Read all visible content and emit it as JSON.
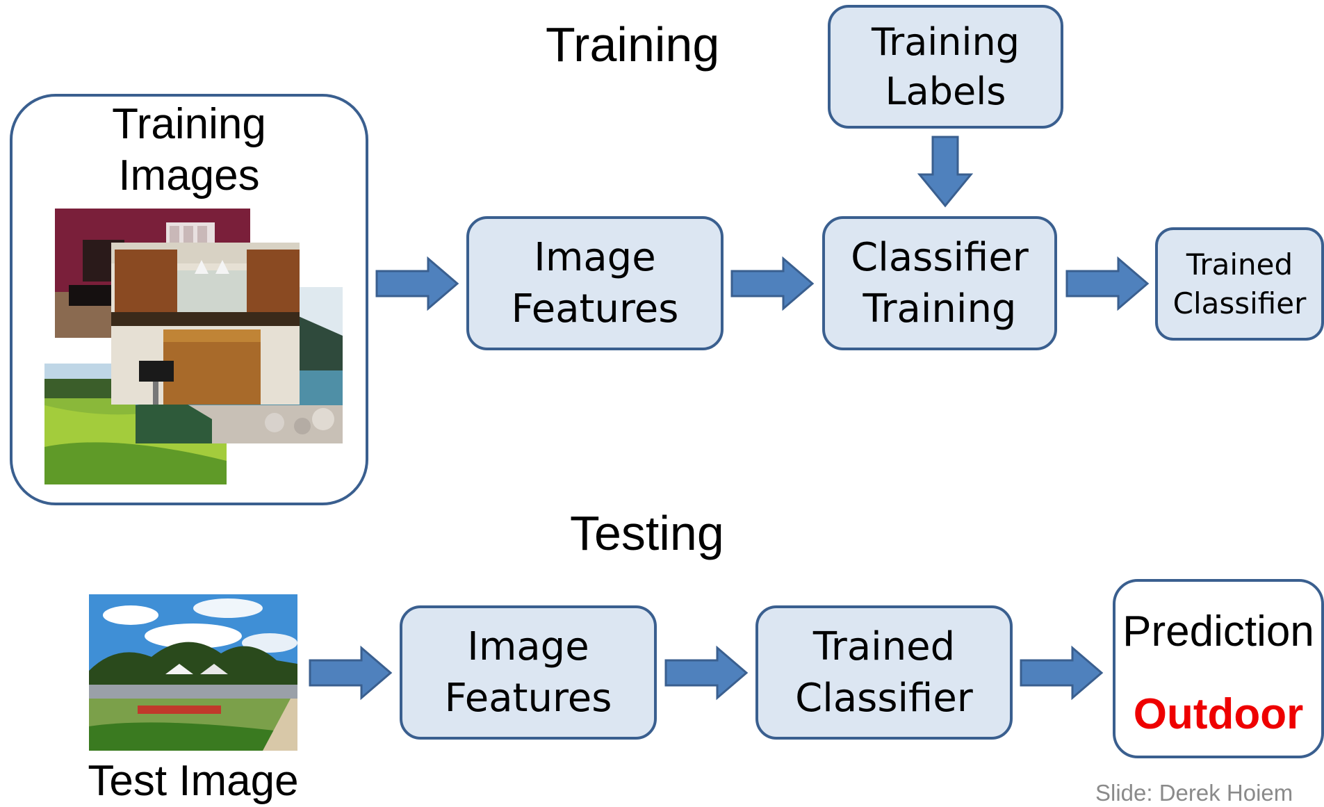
{
  "training": {
    "title": "Training",
    "images_group": {
      "line1": "Training",
      "line2": "Images"
    },
    "labels_box": {
      "line1": "Training",
      "line2": "Labels"
    },
    "features_box": {
      "line1": "Image",
      "line2": "Features"
    },
    "classifier_box": {
      "line1": "Classifier",
      "line2": "Training"
    },
    "output_box": {
      "line1": "Trained",
      "line2": "Classifier"
    }
  },
  "testing": {
    "title": "Testing",
    "test_image_caption": "Test Image",
    "features_box": {
      "line1": "Image",
      "line2": "Features"
    },
    "classifier_box": {
      "line1": "Trained",
      "line2": "Classifier"
    },
    "prediction_box": {
      "label": "Prediction",
      "value": "Outdoor",
      "value_color": "#ee0000"
    }
  },
  "credit": "Slide: Derek Hoiem",
  "colors": {
    "box_fill": "#dce6f2",
    "box_border": "#3a5f8f",
    "arrow": "#4f81bd"
  },
  "icons": {
    "image_thumbnails": [
      "bedroom-photo",
      "kitchen-photo",
      "lake-photo",
      "meadow-photo",
      "park-photo"
    ],
    "arrows": "right-arrow-icon"
  }
}
